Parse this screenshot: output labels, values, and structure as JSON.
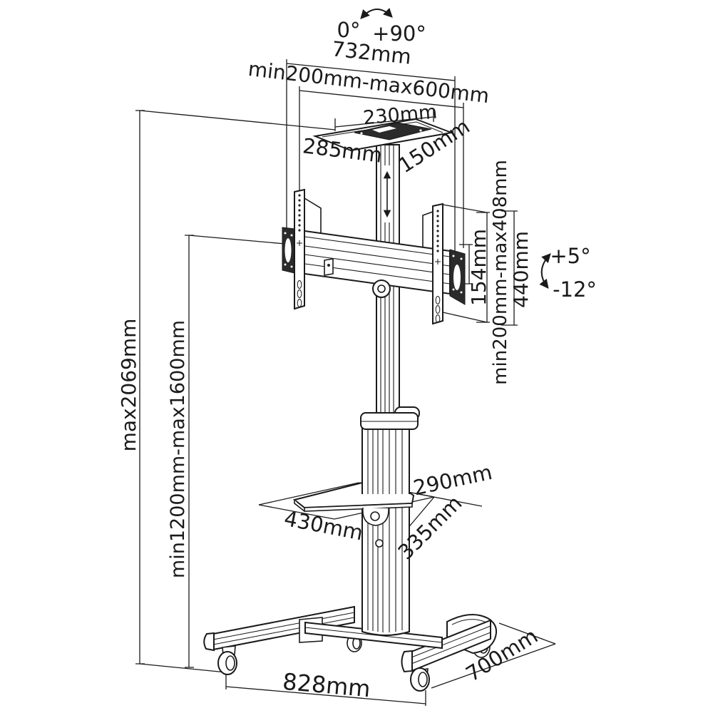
{
  "diagram": {
    "title": "Mobile TV floor stand - dimensional technical drawing",
    "labels": {
      "rotate_min": "0°",
      "rotate_max": "+90°",
      "bar_width": "732mm",
      "vesa_width_range": "min200mm-max600mm",
      "top_plate_width": "230mm",
      "top_plate_side": "285mm",
      "top_plate_depth": "150mm",
      "bracket_slot_height": "154mm",
      "vesa_height_range": "min200mm-max408mm",
      "bracket_height": "440mm",
      "tilt_up": "+5°",
      "tilt_down": "-12°",
      "max_height": "max2069mm",
      "center_height_range": "min1200mm-max1600mm",
      "shelf_depth": "290mm",
      "shelf_width": "430mm",
      "shelf_diagonal": "335mm",
      "base_width": "828mm",
      "base_depth": "700mm"
    },
    "colors": {
      "line": "#1a1a1a",
      "background": "#ffffff",
      "accent_dark": "#2b2b2b"
    }
  }
}
